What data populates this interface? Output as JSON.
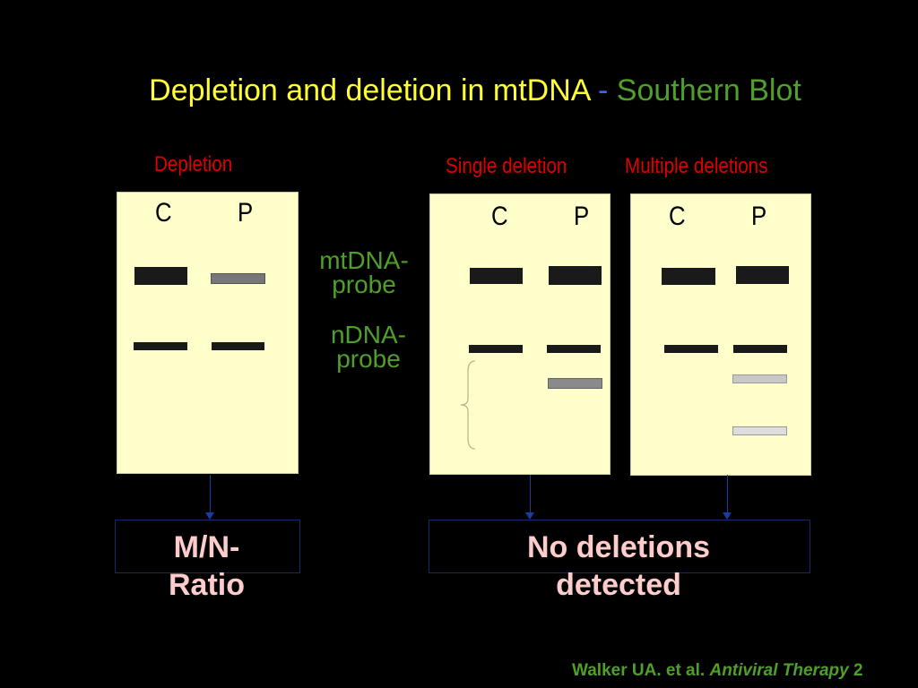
{
  "title": {
    "part1": "Depletion and deletion in mtDNA",
    "separator": " - ",
    "part2": "Southern Blot"
  },
  "panels": {
    "depletion": {
      "label": "Depletion",
      "lane_c": "C",
      "lane_p": "P"
    },
    "single": {
      "label": "Single deletion",
      "lane_c": "C",
      "lane_p": "P"
    },
    "multiple": {
      "label": "Multiple deletions",
      "lane_c": "C",
      "lane_p": "P"
    }
  },
  "probes": {
    "mtdna": "mtDNA-\nprobe",
    "ndna": "nDNA-\nprobe"
  },
  "results": {
    "ratio": "M/N-\nRatio",
    "no_deletions": "No deletions\ndetected"
  },
  "citation": {
    "authors": "Walker UA. et al.",
    "journal": "Antiviral Therapy",
    "year_fragment": "2"
  },
  "colors": {
    "title_yellow": "#ffff33",
    "title_blue": "#3366ff",
    "green": "#4f9f2a",
    "panel_label_red": "#e00000",
    "blot_background": "#ffffcc",
    "box_text_pink": "#ffcccc",
    "band_dark": "#1a1a1a"
  }
}
